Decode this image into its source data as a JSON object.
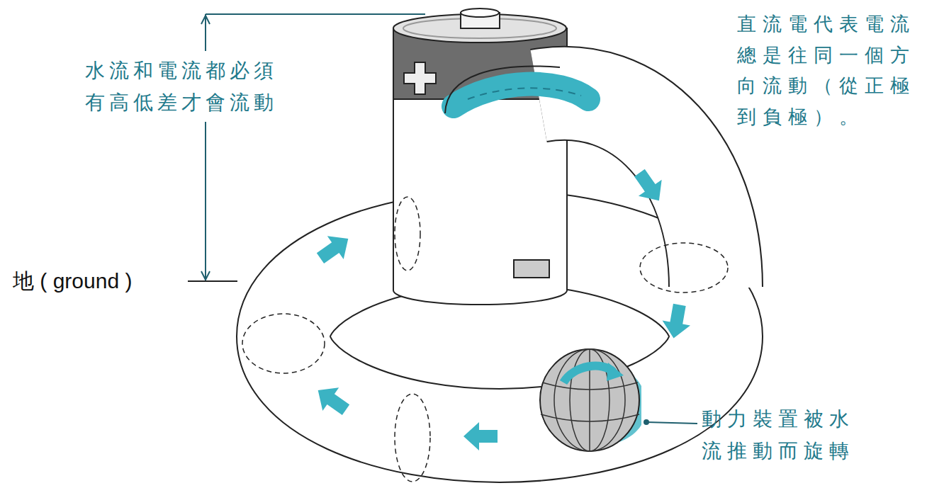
{
  "diagram": {
    "labels": [
      "水流和電流都必須 有高低差才會流動",
      "直流電代表電流 總是往同一個方 向流動（從正極 到負極）。",
      "地 ( ground )",
      "動力裝置被水 流推動而旋轉"
    ]
  }
}
